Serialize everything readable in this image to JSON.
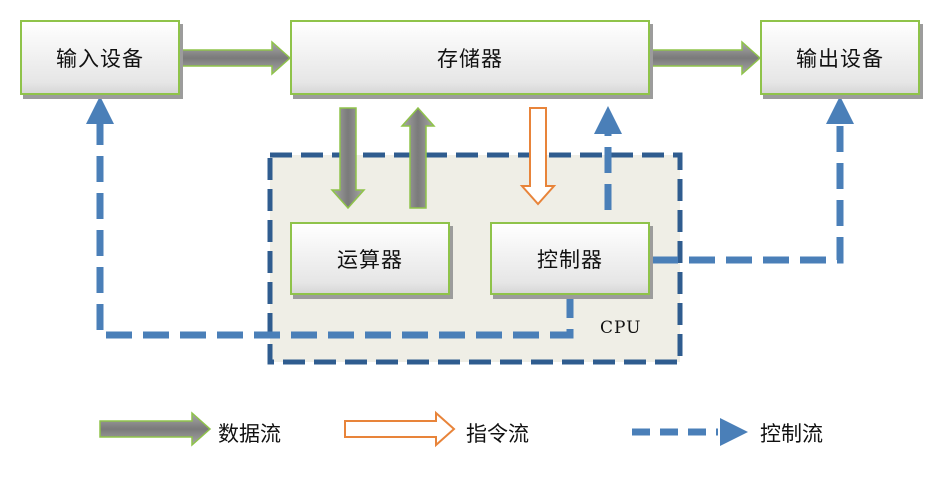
{
  "boxes": {
    "input": "输入设备",
    "memory": "存储器",
    "output": "输出设备",
    "alu": "运算器",
    "controller": "控制器"
  },
  "cpu_label": "CPU",
  "legend": {
    "data_flow": "数据流",
    "instruction_flow": "指令流",
    "control_flow": "控制流"
  },
  "colors": {
    "box_border": "#8fc34a",
    "data_arrow": "#7d7d7d",
    "instruction_arrow": "#e8843a",
    "control_dash": "#4a7fb8",
    "cpu_border": "#2f5c8f",
    "cpu_fill": "#efeee6"
  }
}
